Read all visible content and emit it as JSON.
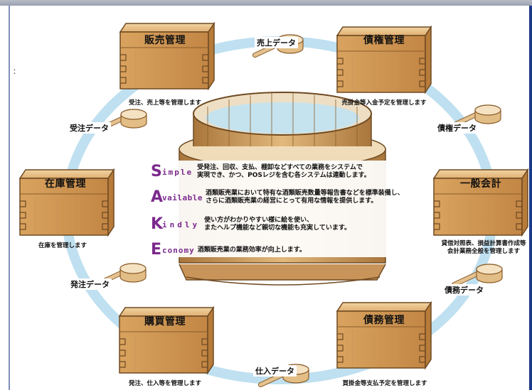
{
  "boxes": [
    {
      "label": "販売管理",
      "desc": "受注、売上等を管理します"
    },
    {
      "label": "債権管理",
      "desc": "売掛金等入金予定を管理します"
    },
    {
      "label": "在庫管理",
      "desc": "在庫を管理します"
    },
    {
      "label": "一般会計",
      "desc_line1": "貸借対照表、損益計算書作成等",
      "desc_line2": "会計業務全般を管理します"
    },
    {
      "label": "購買管理",
      "desc": "発注、仕入等を管理します"
    },
    {
      "label": "債務管理",
      "desc": "買掛金等支払予定を管理します"
    }
  ],
  "flows": {
    "top": "売上データ",
    "upper_left": "受注データ",
    "upper_right": "債権データ",
    "lower_left": "発注データ",
    "lower_right": "債務データ",
    "bottom": "仕入データ"
  },
  "skae": [
    {
      "letter": "S",
      "rest": "imple",
      "line1": "受発注、回収、支払、棚卸などすべての業務をシステムで",
      "line2": "実現でき、かつ、POSレジを含む各システムは連動します。"
    },
    {
      "letter": "A",
      "rest": "vailable",
      "line1": "酒類販売業において特有な酒類販売数量等報告書などを標準装備し、",
      "line2": "さらに酒類販売業の経営にとって有用な情報を提供します。"
    },
    {
      "letter": "K",
      "rest": "indly",
      "line1": "使い方がわかりやすい様に絵を使い、",
      "line2": "またヘルプ機能など親切な機能も充実しています。"
    },
    {
      "letter": "E",
      "rest": "conomy",
      "line1": "酒類販売業の業務効率が向上します。",
      "line2": ""
    }
  ],
  "stray_mark": "：",
  "colors": {
    "ring": "#bfe0f0",
    "wood": "#e3b77c",
    "wood_dark": "#b07a3c",
    "accent": "#7b2a8c"
  }
}
